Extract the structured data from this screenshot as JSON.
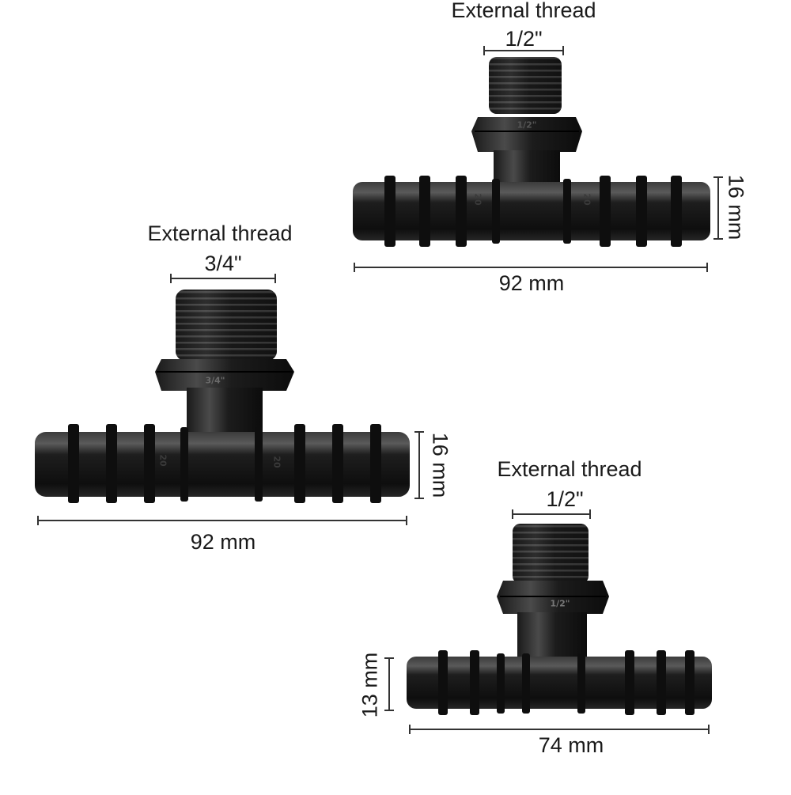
{
  "fittings": [
    {
      "thread_title": "External thread",
      "thread_size": "1/2\"",
      "length": "92 mm",
      "diameter": "16 mm",
      "body_marks": [
        "20",
        "20",
        "1/2\""
      ]
    },
    {
      "thread_title": "External thread",
      "thread_size": "3/4\"",
      "length": "92 mm",
      "diameter": "16 mm",
      "body_marks": [
        "20",
        "20",
        "3/4\""
      ]
    },
    {
      "thread_title": "External thread",
      "thread_size": "1/2\"",
      "length": "74 mm",
      "diameter": "13 mm",
      "body_marks": [
        "1/2\""
      ]
    }
  ],
  "colors": {
    "background": "#ffffff",
    "plastic": "#141414",
    "plastic_highlight": "#4a4a4a",
    "dimension_line": "#333333"
  }
}
